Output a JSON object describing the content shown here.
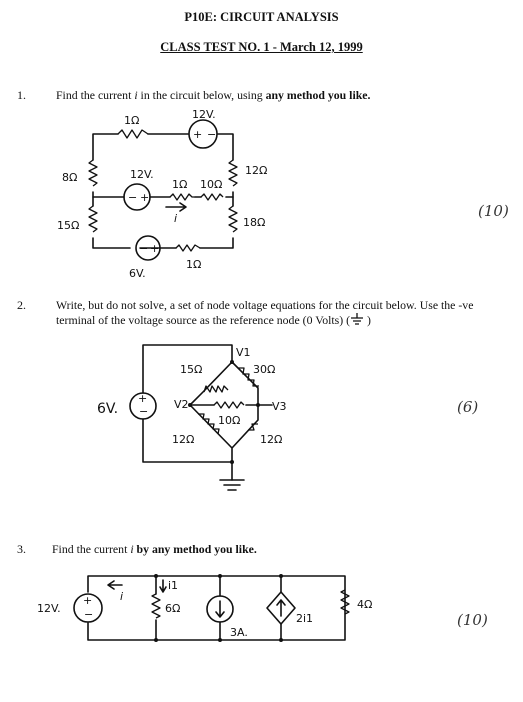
{
  "header": {
    "course": "P10E: CIRCUIT ANALYSIS",
    "test": "CLASS TEST NO. 1 - March 12, 1999"
  },
  "questions": [
    {
      "number": "1.",
      "text_a": "Find the current ",
      "text_var": "i",
      "text_b": " in the circuit below, using ",
      "text_bold": "any method you like.",
      "marks": "(10)",
      "labels": {
        "r_top": "1Ω",
        "v_top": "12V.",
        "r_left_upper": "8Ω",
        "r_right_upper": "12Ω",
        "v_mid": "12V.",
        "r_mid1": "1Ω",
        "r_mid2": "10Ω",
        "current": "i",
        "r_left_lower": "15Ω",
        "r_right_lower": "18Ω",
        "v_bottom": "6V.",
        "r_bottom": "1Ω"
      }
    },
    {
      "number": "2.",
      "text_line1": "Write, but do not solve, a set of node voltage equations for the circuit below.  Use the -ve",
      "text_line2": "terminal of the voltage source as the reference node (0 Volts) (",
      "text_line2_end": " )",
      "marks": "(6)",
      "labels": {
        "source": "6V.",
        "r_top_left": "15Ω",
        "r_top_right": "30Ω",
        "r_mid": "10Ω",
        "r_bot_left": "12Ω",
        "r_bot_right": "12Ω",
        "node1": "V1",
        "node2": "V2",
        "node3": "V3"
      }
    },
    {
      "number": "3.",
      "text_a": "Find the current ",
      "text_var": "i",
      "text_bold": " by any method you like.",
      "marks": "(10)",
      "labels": {
        "source": "12V.",
        "current": "i",
        "branch_current": "i1",
        "r1": "6Ω",
        "cs": "3A.",
        "dep": "2i1",
        "r2": "4Ω"
      }
    }
  ]
}
